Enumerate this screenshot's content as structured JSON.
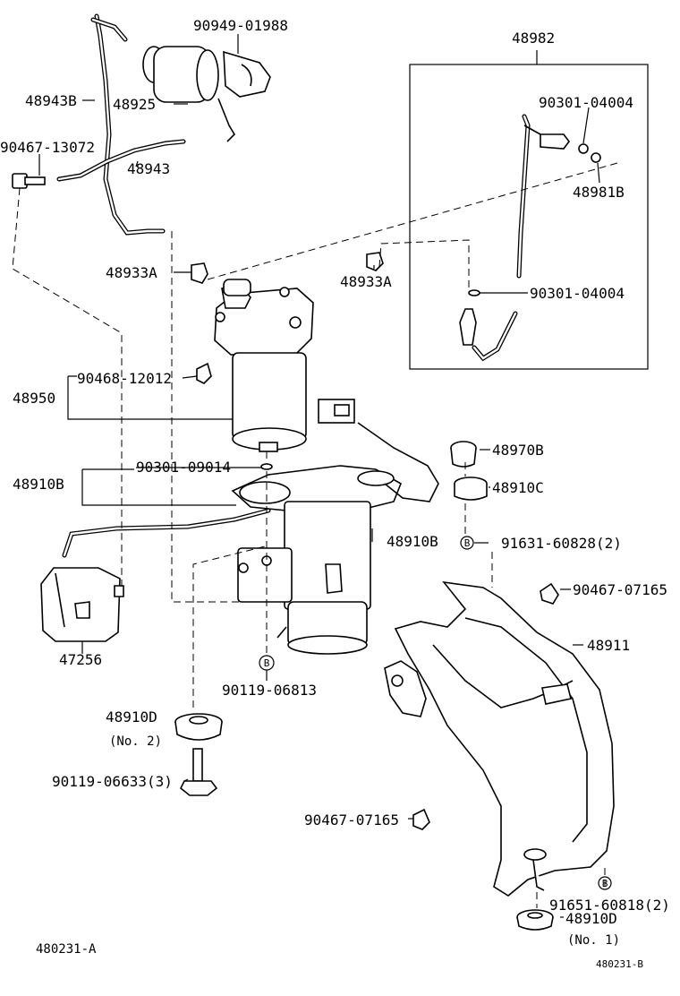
{
  "labels": {
    "p90949_01988": "90949-01988",
    "p48943B": "48943B",
    "p48925": "48925",
    "p90467_13072": "90467-13072",
    "p48943": "48943",
    "p48982": "48982",
    "p90301_04004_a": "90301-04004",
    "p48981B": "48981B",
    "p48933A_left": "48933A",
    "p48933A_right": "48933A",
    "p90301_04004_b": "90301-04004",
    "p90468_12012": "90468-12012",
    "p48950": "48950",
    "p90301_09014": "90301-09014",
    "p48910B_left": "48910B",
    "p48970B": "48970B",
    "p48910C": "48910C",
    "p48910B_right": "48910B",
    "p91631_60828": "91631-60828(2)",
    "p90467_07165_a": "90467-07165",
    "p48911": "48911",
    "p47256": "47256",
    "p90119_06813": "90119-06813",
    "p48910D_no2": "48910D",
    "no2": "(No. 2)",
    "p90119_06633": "90119-06633(3)",
    "p90467_07165_b": "90467-07165",
    "p91651_60818": "91651-60818(2)",
    "p48910D_no1": "48910D",
    "no1": "(No. 1)",
    "fig_left": "480231-A",
    "fig_right": "480231-B",
    "bolt_marker": "B"
  }
}
